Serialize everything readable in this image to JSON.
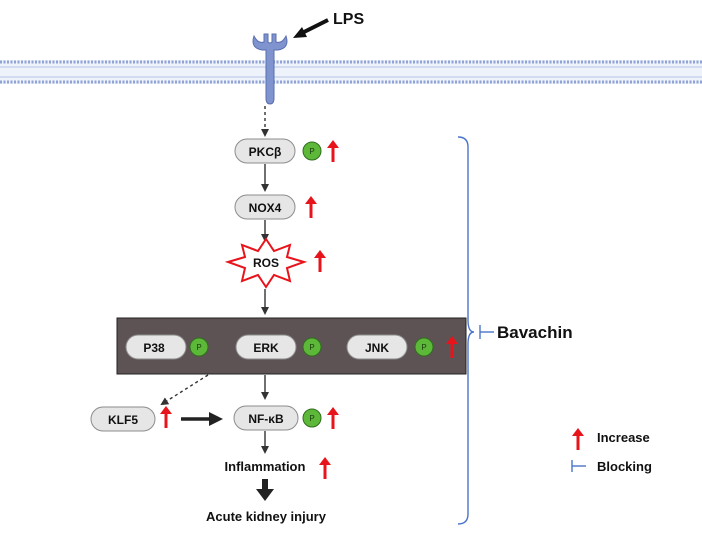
{
  "ligand": "LPS",
  "nodes": {
    "pkcb": "PKCβ",
    "nox4": "NOX4",
    "ros": "ROS",
    "p38": "P38",
    "erk": "ERK",
    "jnk": "JNK",
    "klf5": "KLF5",
    "nfkb": "NF-κB"
  },
  "phospho_label": "P",
  "outcomes": {
    "inflammation": "Inflammation",
    "injury": "Acute kidney injury"
  },
  "inhibitor": "Bavachin",
  "legend": {
    "increase": "Increase",
    "blocking": "Blocking"
  },
  "colors": {
    "membrane": "#8fa3d4",
    "receptor": "#7f93cf",
    "node_fill": "#e6e6e6",
    "node_stroke": "#8c8c8c",
    "phospho_fill": "#5db83a",
    "phospho_stroke": "#2f6e1d",
    "mapk_box": "#5e5354",
    "increase_arrow": "#e8141b",
    "ros_stroke": "#e8141b",
    "bracket": "#4a74c9",
    "text": "#111111"
  }
}
